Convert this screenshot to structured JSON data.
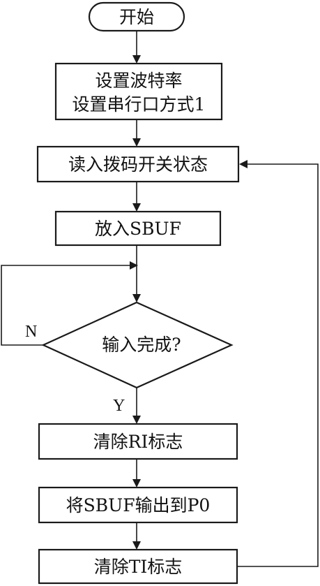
{
  "flowchart": {
    "start": "开始",
    "setup_line1": "设置波特率",
    "setup_line2": "设置串行口方式1",
    "read_switch": "读入拨码开关状态",
    "put_sbuf": "放入SBUF",
    "decision": "输入完成?",
    "no_label": "N",
    "yes_label": "Y",
    "clear_ri": "清除RI标志",
    "output_p0": "将SBUF输出到P0",
    "clear_ti": "清除TI标志"
  }
}
